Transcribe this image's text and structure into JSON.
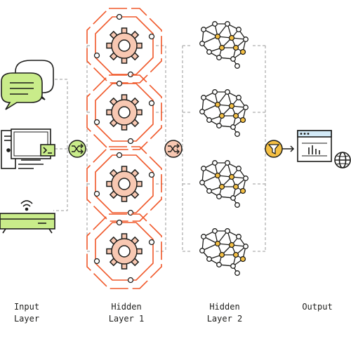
{
  "layers": {
    "input": {
      "line1": "Input",
      "line2": "Layer",
      "icons": [
        "chat-bubbles-icon",
        "desktop-computer-icon",
        "wifi-router-icon"
      ]
    },
    "hidden1": {
      "line1": "Hidden",
      "line2": "Layer 1",
      "icons": [
        "gear-icon",
        "gear-icon",
        "gear-icon",
        "gear-icon"
      ]
    },
    "hidden2": {
      "line1": "Hidden",
      "line2": "Layer 2",
      "icons": [
        "brain-network-icon",
        "brain-network-icon",
        "brain-network-icon",
        "brain-network-icon"
      ]
    },
    "output": {
      "line1": "Output",
      "icons": [
        "dashboard-globe-icon"
      ]
    }
  },
  "connectors": [
    "shuffle-icon",
    "shuffle-icon",
    "filter-icon"
  ],
  "colors": {
    "stroke": "#1d1d1b",
    "green": "#c9ec8a",
    "orange": "#f0582a",
    "orange_light": "#f8c8b2",
    "yellow": "#f5c044",
    "blue_light": "#d3eaf7",
    "dash": "#9a9a9a"
  }
}
